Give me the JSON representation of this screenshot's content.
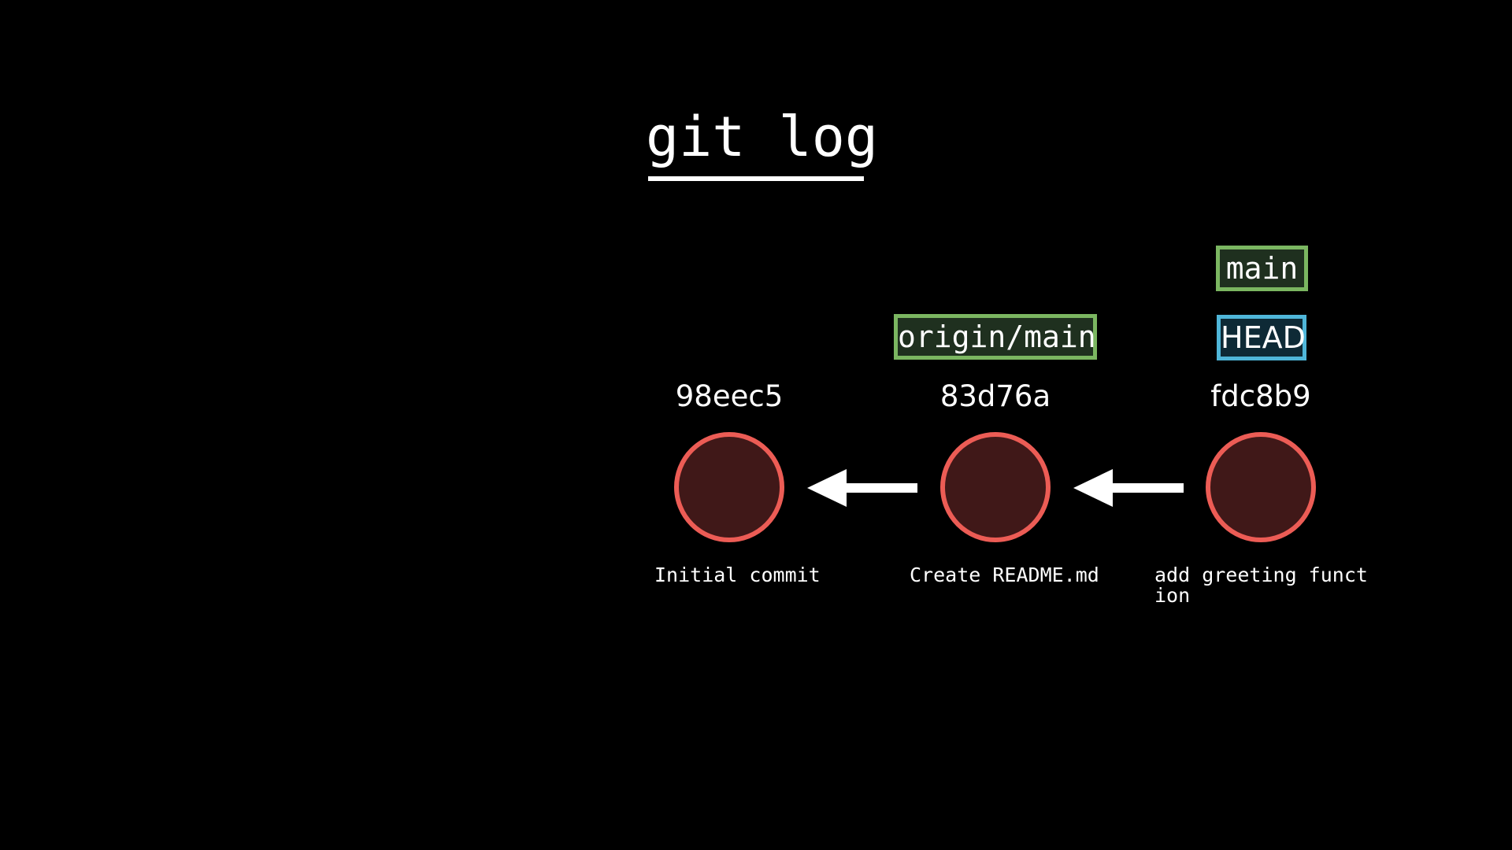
{
  "title": "git log",
  "refs": {
    "main": "main",
    "head": "HEAD",
    "origin_main": "origin/main"
  },
  "commits": [
    {
      "hash": "98eec5",
      "message": "Initial commit"
    },
    {
      "hash": "83d76a",
      "message": "Create README.md"
    },
    {
      "hash": "fdc8b9",
      "message": "add greeting function"
    }
  ],
  "colors": {
    "background": "#000000",
    "commit_border": "#ec5c55",
    "commit_fill": "#401818",
    "branch_border": "#7bb661",
    "branch_fill": "#1f301f",
    "head_border": "#4fb6d9",
    "head_fill": "#0e2a36",
    "arrow": "#ffffff"
  }
}
